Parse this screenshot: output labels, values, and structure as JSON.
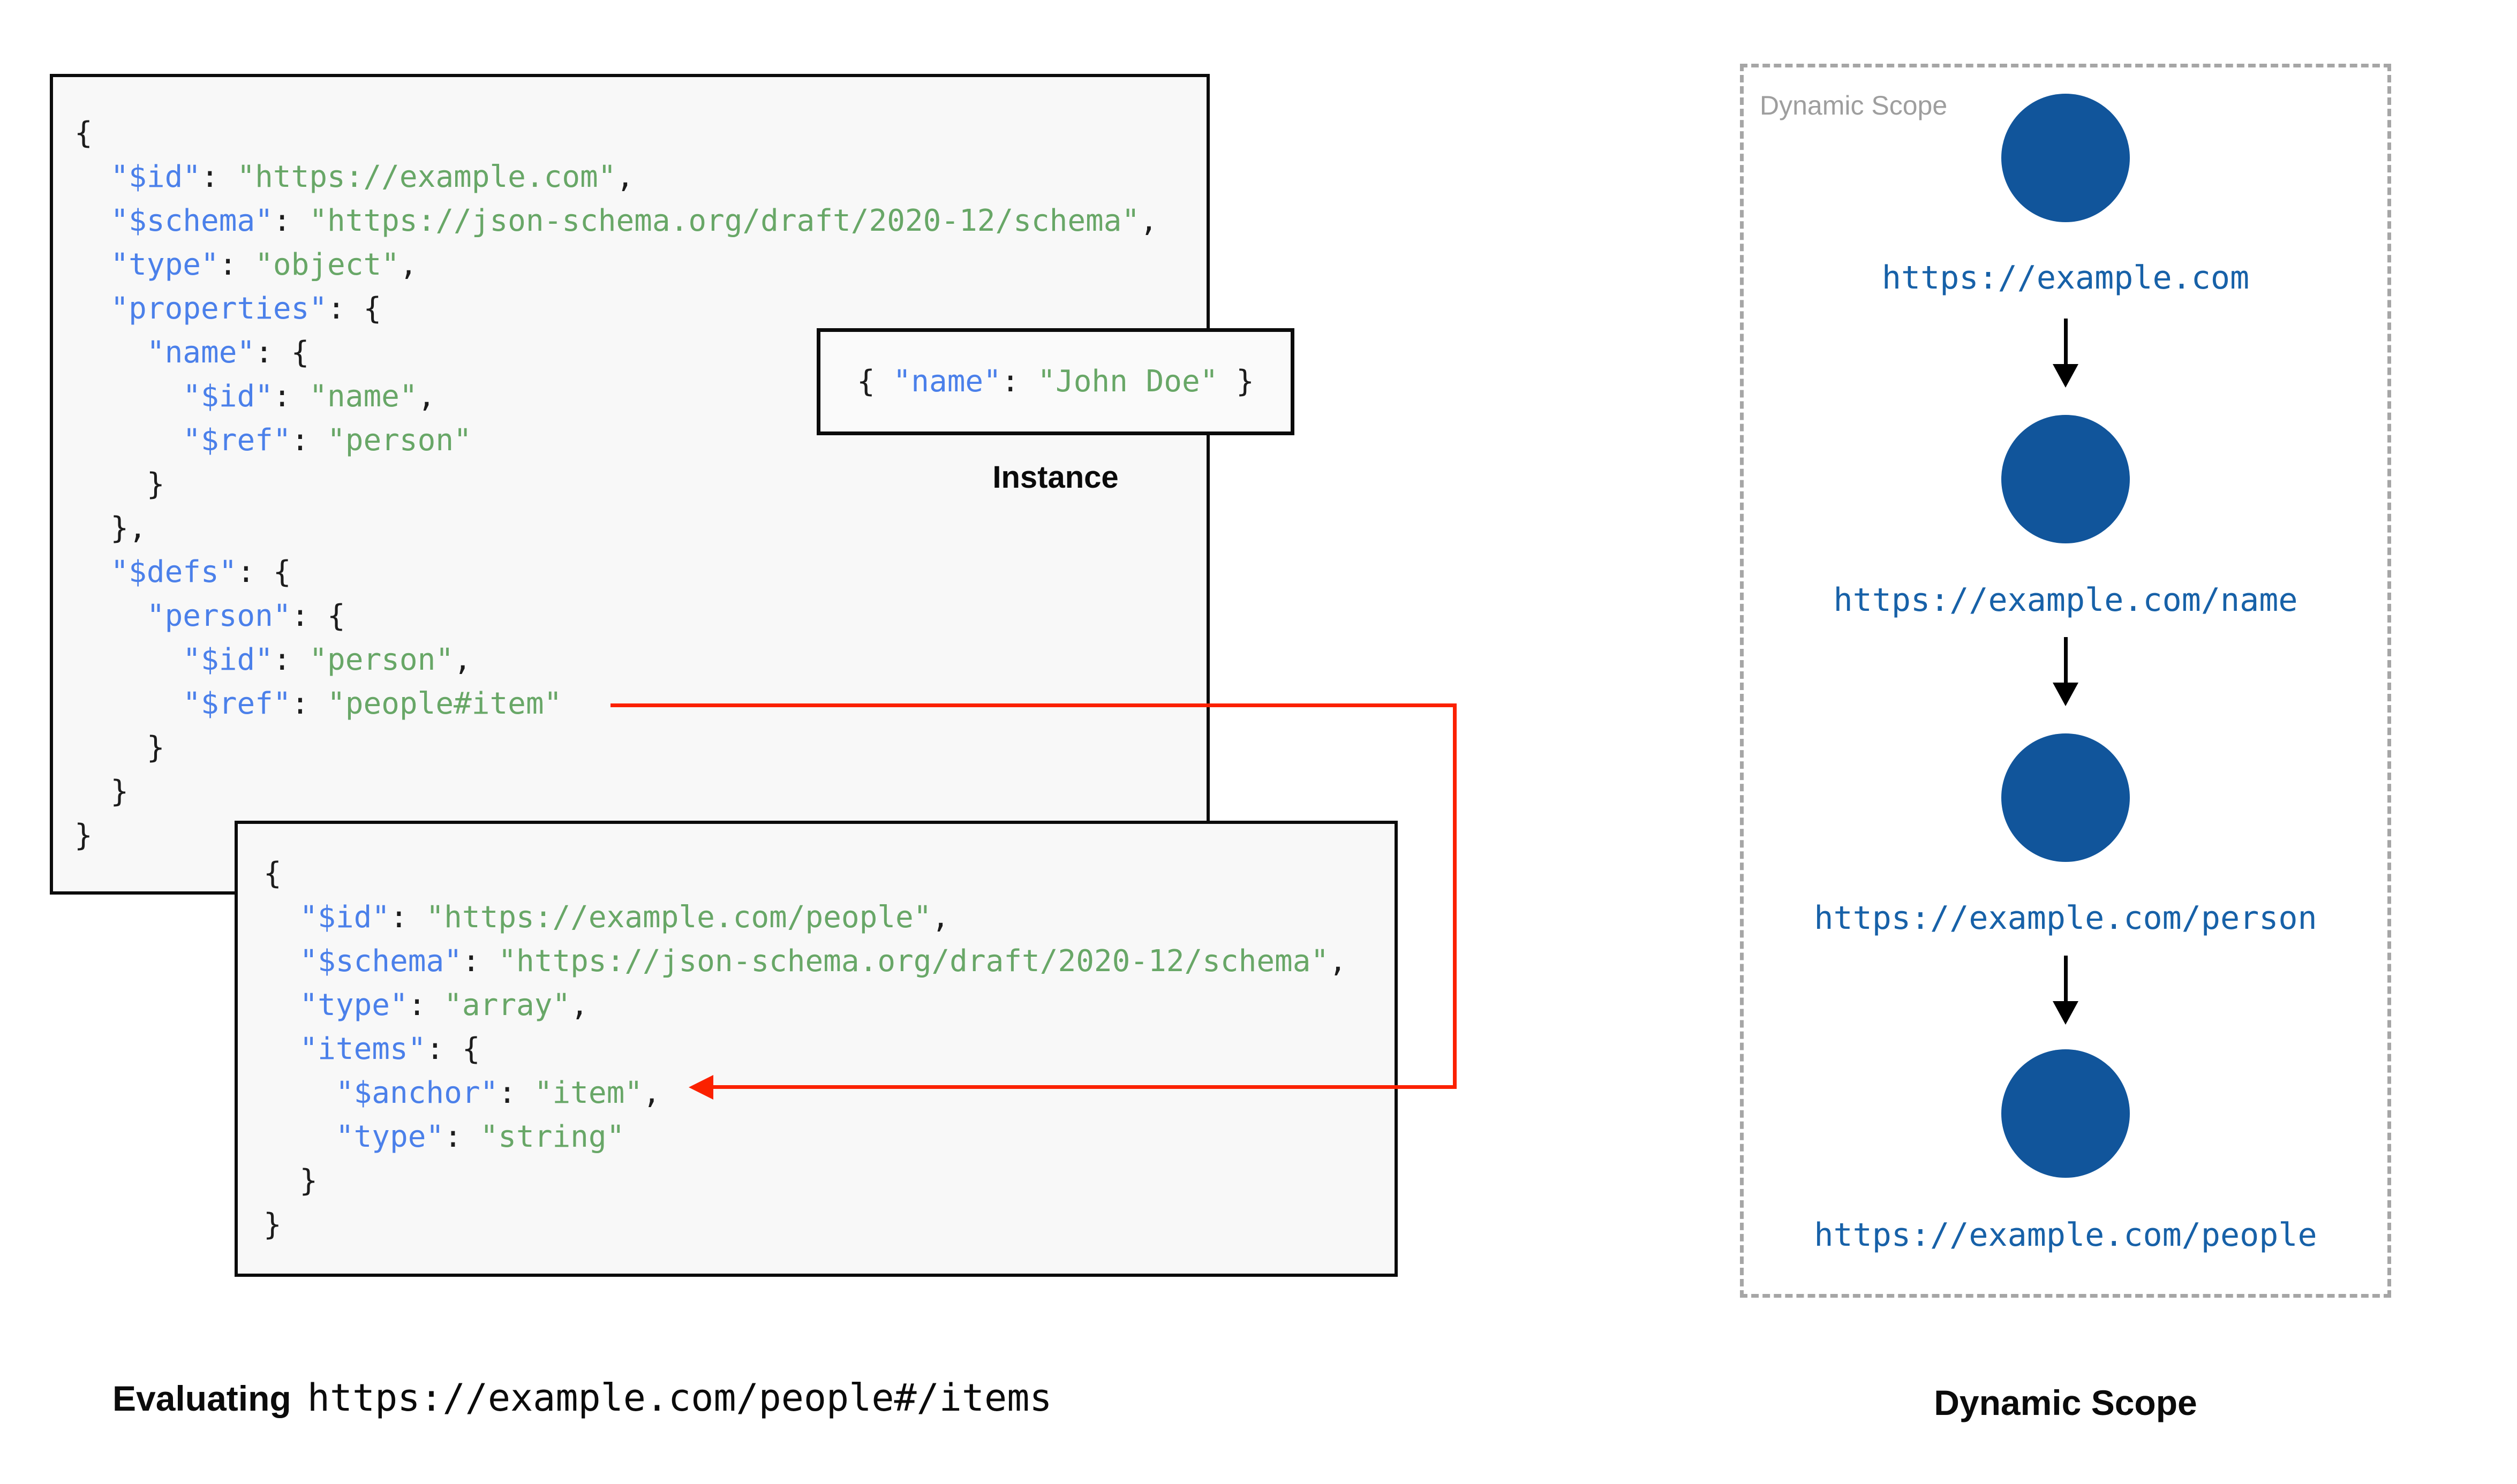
{
  "palette": {
    "key_blue": "#4b80ea",
    "string_green": "#68a767",
    "punct_black": "#1c1c1c",
    "red_arrow": "#fb2100",
    "node_blue": "#11559b",
    "scope_label_blue": "#1761a8",
    "panel_label_gray": "#9e9e9e",
    "box_background": "#f8f8f8"
  },
  "schema_root": {
    "lines": [
      [
        [
          "p",
          "{"
        ]
      ],
      [
        [
          "p",
          "  "
        ],
        [
          "k",
          "\"$id\""
        ],
        [
          "p",
          ": "
        ],
        [
          "s",
          "\"https://example.com\""
        ],
        [
          "p",
          ","
        ]
      ],
      [
        [
          "p",
          "  "
        ],
        [
          "k",
          "\"$schema\""
        ],
        [
          "p",
          ": "
        ],
        [
          "s",
          "\"https://json-schema.org/draft/2020-12/schema\""
        ],
        [
          "p",
          ","
        ]
      ],
      [
        [
          "p",
          "  "
        ],
        [
          "k",
          "\"type\""
        ],
        [
          "p",
          ": "
        ],
        [
          "s",
          "\"object\""
        ],
        [
          "p",
          ","
        ]
      ],
      [
        [
          "p",
          "  "
        ],
        [
          "k",
          "\"properties\""
        ],
        [
          "p",
          ": {"
        ]
      ],
      [
        [
          "p",
          "    "
        ],
        [
          "k",
          "\"name\""
        ],
        [
          "p",
          ": {"
        ]
      ],
      [
        [
          "p",
          "      "
        ],
        [
          "k",
          "\"$id\""
        ],
        [
          "p",
          ": "
        ],
        [
          "s",
          "\"name\""
        ],
        [
          "p",
          ","
        ]
      ],
      [
        [
          "p",
          "      "
        ],
        [
          "k",
          "\"$ref\""
        ],
        [
          "p",
          ": "
        ],
        [
          "s",
          "\"person\""
        ]
      ],
      [
        [
          "p",
          "    }"
        ]
      ],
      [
        [
          "p",
          "  },"
        ]
      ],
      [
        [
          "p",
          "  "
        ],
        [
          "k",
          "\"$defs\""
        ],
        [
          "p",
          ": {"
        ]
      ],
      [
        [
          "p",
          "    "
        ],
        [
          "k",
          "\"person\""
        ],
        [
          "p",
          ": {"
        ]
      ],
      [
        [
          "p",
          "      "
        ],
        [
          "k",
          "\"$id\""
        ],
        [
          "p",
          ": "
        ],
        [
          "s",
          "\"person\""
        ],
        [
          "p",
          ","
        ]
      ],
      [
        [
          "p",
          "      "
        ],
        [
          "k",
          "\"$ref\""
        ],
        [
          "p",
          ": "
        ],
        [
          "s",
          "\"people#item\""
        ]
      ],
      [
        [
          "p",
          "    }"
        ]
      ],
      [
        [
          "p",
          "  }"
        ]
      ],
      [
        [
          "p",
          "}"
        ]
      ]
    ]
  },
  "schema_people": {
    "lines": [
      [
        [
          "p",
          "{"
        ]
      ],
      [
        [
          "p",
          "  "
        ],
        [
          "k",
          "\"$id\""
        ],
        [
          "p",
          ": "
        ],
        [
          "s",
          "\"https://example.com/people\""
        ],
        [
          "p",
          ","
        ]
      ],
      [
        [
          "p",
          "  "
        ],
        [
          "k",
          "\"$schema\""
        ],
        [
          "p",
          ": "
        ],
        [
          "s",
          "\"https://json-schema.org/draft/2020-12/schema\""
        ],
        [
          "p",
          ","
        ]
      ],
      [
        [
          "p",
          "  "
        ],
        [
          "k",
          "\"type\""
        ],
        [
          "p",
          ": "
        ],
        [
          "s",
          "\"array\""
        ],
        [
          "p",
          ","
        ]
      ],
      [
        [
          "p",
          "  "
        ],
        [
          "k",
          "\"items\""
        ],
        [
          "p",
          ": {"
        ]
      ],
      [
        [
          "p",
          "    "
        ],
        [
          "k",
          "\"$anchor\""
        ],
        [
          "p",
          ": "
        ],
        [
          "s",
          "\"item\""
        ],
        [
          "p",
          ","
        ]
      ],
      [
        [
          "p",
          "    "
        ],
        [
          "k",
          "\"type\""
        ],
        [
          "p",
          ": "
        ],
        [
          "s",
          "\"string\""
        ]
      ],
      [
        [
          "p",
          "  }"
        ]
      ],
      [
        [
          "p",
          "}"
        ]
      ]
    ]
  },
  "instance": {
    "label": "Instance",
    "line": [
      [
        [
          "p",
          "{ "
        ],
        [
          "k",
          "\"name\""
        ],
        [
          "p",
          ": "
        ],
        [
          "s",
          "\"John Doe\""
        ],
        [
          "p",
          " }"
        ]
      ]
    ]
  },
  "dynamic_scope": {
    "panel_label": "Dynamic Scope",
    "caption": "Dynamic Scope",
    "nodes": [
      "https://example.com",
      "https://example.com/name",
      "https://example.com/person",
      "https://example.com/people"
    ]
  },
  "evaluating_caption": {
    "bold": "Evaluating",
    "uri": "https://example.com/people#/items"
  }
}
